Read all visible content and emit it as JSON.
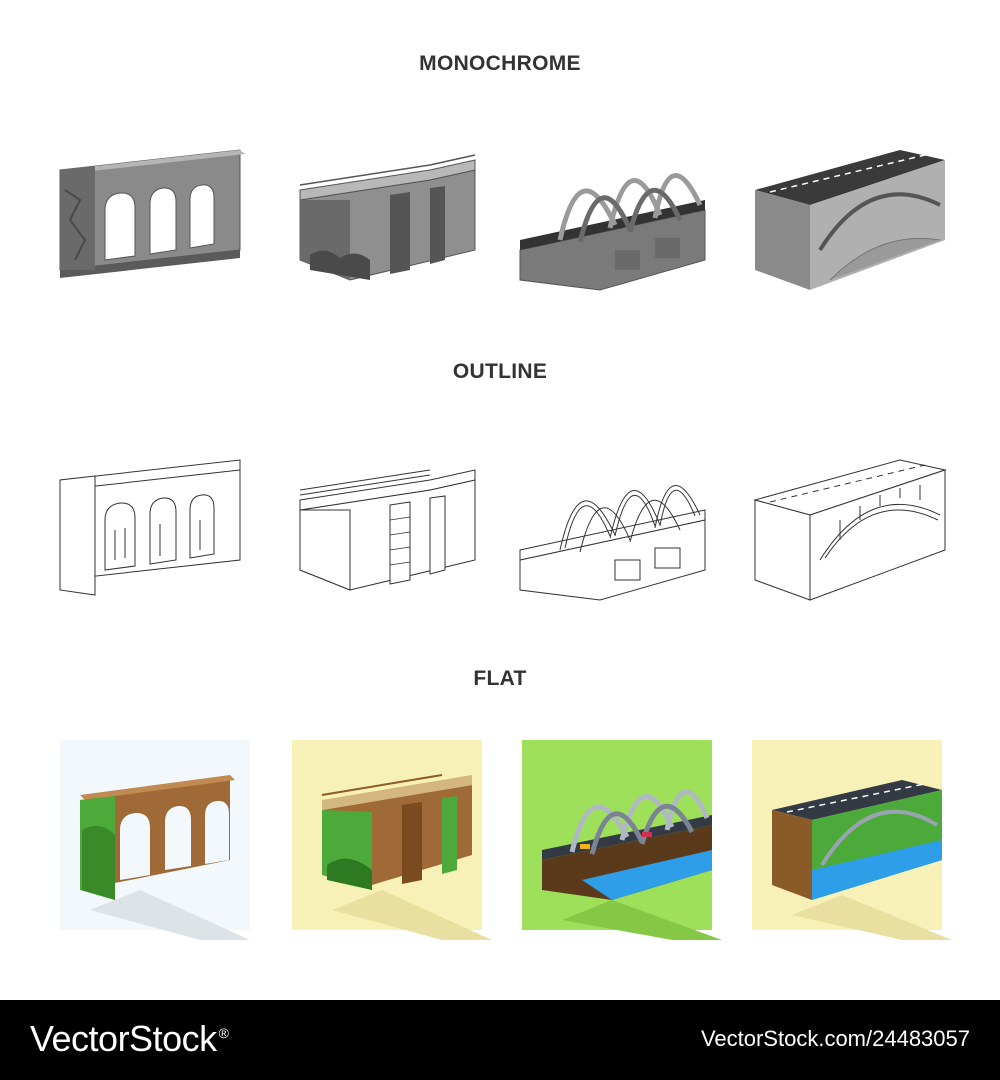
{
  "sections": [
    {
      "title": "MONOCHROME"
    },
    {
      "title": "OUTLINE"
    },
    {
      "title": "FLAT"
    }
  ],
  "icons": [
    "aqueduct-bridge-icon",
    "girder-bridge-icon",
    "arch-truss-bridge-icon",
    "deck-arch-bridge-icon"
  ],
  "styles": {
    "monochrome": {
      "light": "#9a9a9a",
      "mid": "#6f6f6f",
      "dark": "#4a4a4a",
      "outline": "#333333"
    },
    "outline": {
      "stroke": "#333333",
      "fill": "#ffffff"
    },
    "flat": {
      "bg_aqueduct": "#f2f8fb",
      "bg_girder": "#f7f1b8",
      "bg_arch": "#9ee05a",
      "bg_deck": "#f7f1b8",
      "brick": "#a06a38",
      "grass": "#4caa3a",
      "water": "#2e9ee8",
      "road": "#333a44",
      "steel": "#9aa4b0"
    }
  },
  "footer": {
    "brand": "VectorStock",
    "registered": "®",
    "url": "VectorStock.com/24483057"
  }
}
